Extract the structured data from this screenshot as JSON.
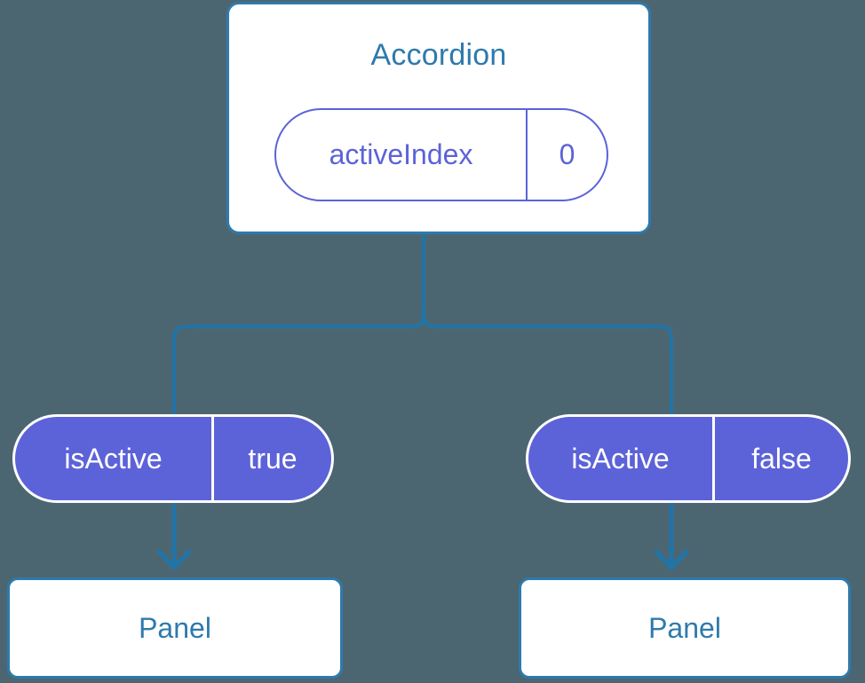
{
  "diagram": {
    "type": "component-tree",
    "background_color": "#4c6671",
    "accent_blue": "#2e7aad",
    "accent_purple": "#5c63d8",
    "root": {
      "title": "Accordion",
      "state": {
        "key": "activeIndex",
        "value": "0"
      }
    },
    "branches": [
      {
        "prop": {
          "key": "isActive",
          "value": "true"
        },
        "child": {
          "title": "Panel"
        }
      },
      {
        "prop": {
          "key": "isActive",
          "value": "false"
        },
        "child": {
          "title": "Panel"
        }
      }
    ]
  }
}
